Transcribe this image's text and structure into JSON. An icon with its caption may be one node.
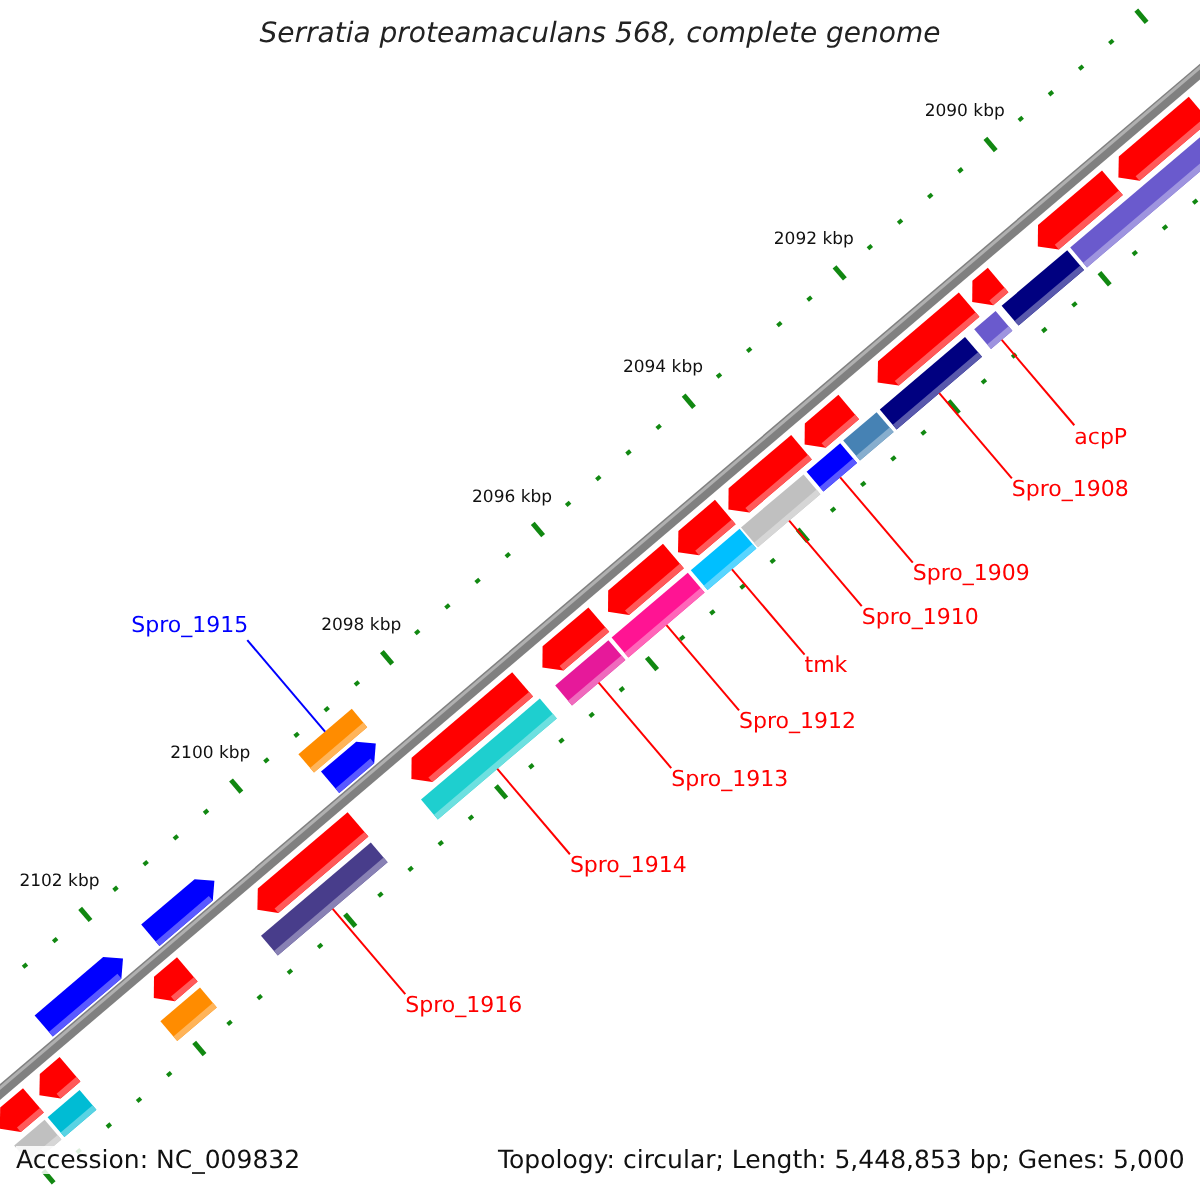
{
  "diagram": {
    "title": "Serratia proteamaculans 568, complete genome",
    "nodes": [
      {
        "text": [
          "acpP"
        ]
      },
      {
        "text": [],
        "shape": "bar"
      },
      {
        "text": [
          "Spro_1908"
        ]
      },
      {
        "text": [],
        "shape": "bar"
      },
      {
        "text": [
          "Spro_1909"
        ]
      },
      {
        "text": [],
        "shape": "bar"
      },
      {
        "text": [
          "Spro_1910"
        ]
      },
      {
        "text": [],
        "shape": "bar"
      },
      {
        "text": [
          "Spro_1915"
        ]
      },
      {
        "text": [],
        "shape": "bar"
      },
      {
        "text": [
          "tmk"
        ]
      },
      {
        "text": [],
        "shape": "bar"
      },
      {
        "text": [
          "Spro_1912"
        ]
      },
      {
        "text": [],
        "shape": "bar"
      },
      {
        "text": [
          "Spro_1913"
        ]
      },
      {
        "text": [],
        "shape": "bar"
      },
      {
        "text": [
          "Spro_1914"
        ]
      },
      {
        "text": [],
        "shape": "bar"
      },
      {
        "text": [
          "Spro_1916"
        ]
      },
      {
        "text": [],
        "shape": "bar"
      }
    ],
    "edges": [
      {
        "from": 0,
        "to": 1,
        "arrow": "none"
      },
      {
        "from": 2,
        "to": 3,
        "arrow": "none"
      },
      {
        "from": 4,
        "to": 5,
        "arrow": "none"
      },
      {
        "from": 6,
        "to": 7,
        "arrow": "none"
      },
      {
        "from": 8,
        "to": 9,
        "arrow": "none",
        "color": "#0000ff"
      },
      {
        "from": 10,
        "to": 11,
        "arrow": "none"
      },
      {
        "from": 12,
        "to": 13,
        "arrow": "none"
      },
      {
        "from": 14,
        "to": 15,
        "arrow": "none"
      },
      {
        "from": 16,
        "to": 17,
        "arrow": "none"
      },
      {
        "from": 18,
        "to": 19,
        "arrow": "none"
      }
    ],
    "labels": [
      "2090 kbp",
      "2092 kbp",
      "2094 kbp",
      "2096 kbp",
      "2098 kbp",
      "2100 kbp",
      "2102 kbp",
      "Accession: NC_009832",
      "Topology: circular; Length: 5,448,853 bp; Genes: 5,000"
    ]
  }
}
